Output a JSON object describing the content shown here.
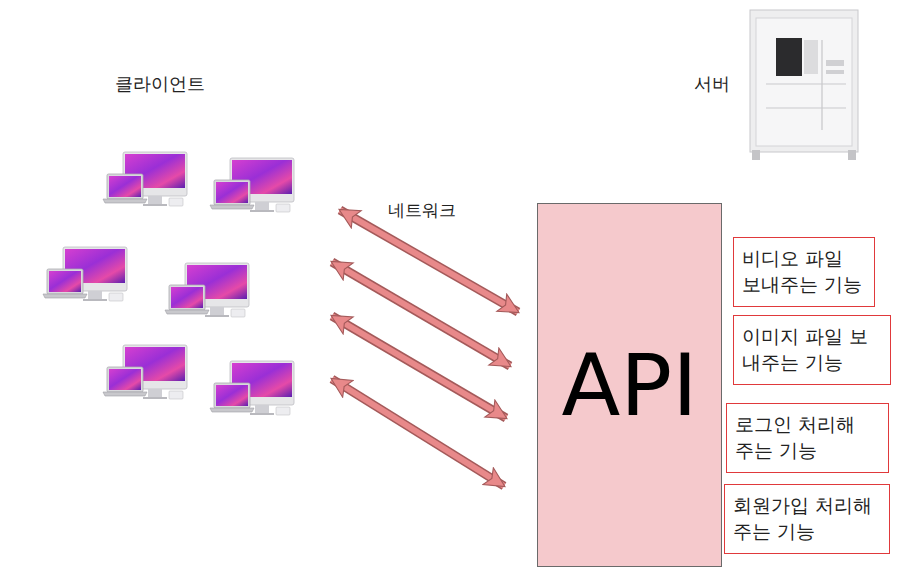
{
  "diagram": {
    "nodes": [
      {
        "text": [
          "API"
        ]
      },
      {
        "text": [
          "비디오 파일 보내주는 기능"
        ]
      },
      {
        "text": [
          "이미지 파일 보내주는 기능"
        ]
      },
      {
        "text": [
          "로그인 처리해 주는 기능"
        ]
      },
      {
        "text": [
          "회원가입 처리해 주는 기능"
        ]
      }
    ],
    "labels": [
      "클라이언트",
      "서버",
      "네트워크"
    ]
  }
}
